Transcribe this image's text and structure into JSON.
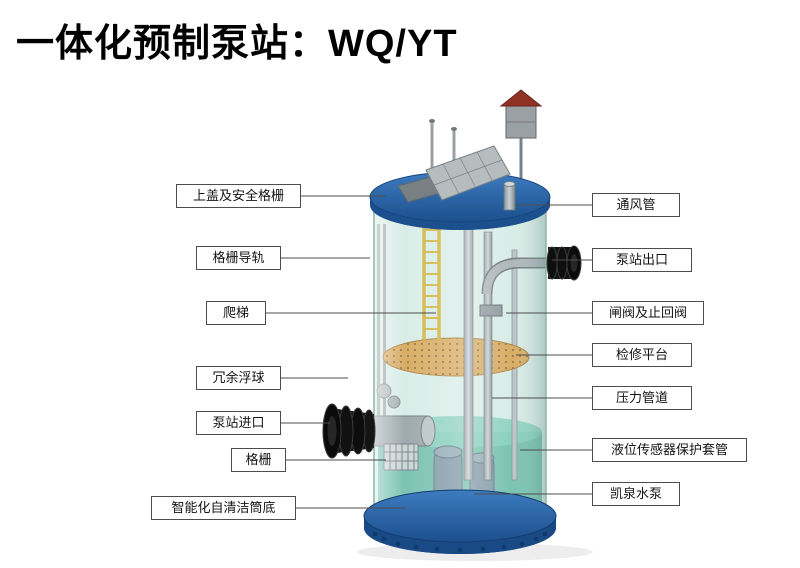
{
  "page": {
    "title": "一体化预制泵站：WQ/YT"
  },
  "labels": {
    "left": [
      {
        "text": "上盖及安全格栅"
      },
      {
        "text": "格栅导轨"
      },
      {
        "text": "爬梯"
      },
      {
        "text": "冗余浮球"
      },
      {
        "text": "泵站进口"
      },
      {
        "text": "格栅"
      },
      {
        "text": "智能化自清洁筒底"
      }
    ],
    "right": [
      {
        "text": "通风管"
      },
      {
        "text": "泵站出口"
      },
      {
        "text": "闸阀及止回阀"
      },
      {
        "text": "检修平台"
      },
      {
        "text": "压力管道"
      },
      {
        "text": "液位传感器保护套管"
      },
      {
        "text": "凯泉水泵"
      }
    ]
  },
  "colors": {
    "lid_blue": "#2a66ad",
    "base_blue": "#1c4f8e",
    "body_teal": "#d7ece6",
    "water_teal": "#63b8a5",
    "platform_tan": "#d7a95f",
    "ladder_yellow": "#d2b23e",
    "pipe_gray": "#9aa6aa",
    "roof_red": "#8f3326",
    "leader_line_gray": "#4d4d4d"
  }
}
